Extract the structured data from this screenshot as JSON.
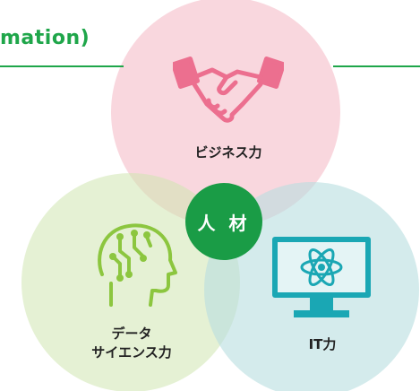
{
  "header": {
    "title": "mation)"
  },
  "diagram": {
    "center": "人 材",
    "business": {
      "label": "ビジネス力"
    },
    "data_science": {
      "label_line1": "データ",
      "label_line2": "サイエンス力"
    },
    "it": {
      "label": "IT力"
    }
  },
  "colors": {
    "accent": "#1fa64a",
    "business_circle": "#f7cfd6",
    "data_circle": "#dfeec9",
    "it_circle": "#cfe8ea",
    "handshake_icon": "#ec6f8f",
    "brain_icon": "#8cc63f",
    "monitor_icon": "#1aa7b4"
  },
  "icons": [
    "handshake-icon",
    "brain-circuit-icon",
    "atom-monitor-icon"
  ]
}
